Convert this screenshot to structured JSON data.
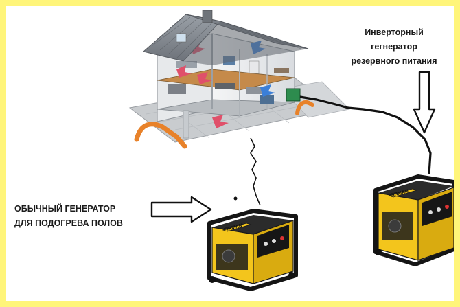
{
  "labels": {
    "inverter": [
      "Инверторный",
      "гегнератор",
      "резервного питания"
    ],
    "regular": [
      "ОБЫЧНЫЙ ГЕНЕРАТОР",
      "ДЛЯ ПОДОГРЕВА ПОЛОВ"
    ]
  },
  "generators": [
    {
      "brand": "FIRMAN"
    },
    {
      "brand": "FIRMAN"
    }
  ],
  "colors": {
    "frame": "#fff57a",
    "generator_body": "#f3c51c",
    "generator_frame": "#151515",
    "pipe": "#e8822a",
    "cable": "#111111",
    "roof": "#8a8f96",
    "heat_arrow": "#e0506a",
    "cool_arrow": "#3b7fd8"
  },
  "icons": [
    "house-cutaway-icon",
    "generator-icon",
    "arrow-right-icon",
    "arrow-down-icon",
    "cable-icon"
  ]
}
